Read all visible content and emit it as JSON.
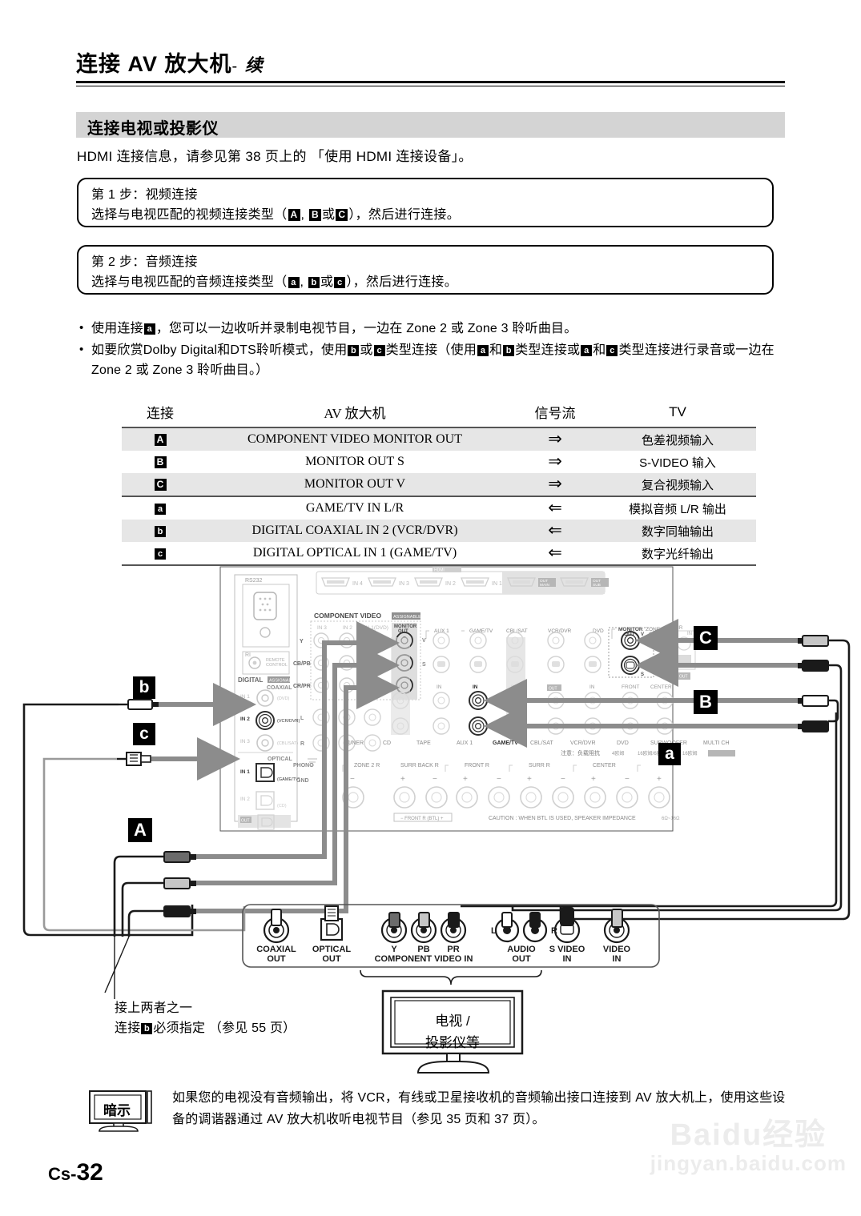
{
  "header": {
    "title": "连接 AV 放大机",
    "dash": "-",
    "continued": "续",
    "section": "连接电视或投影仪",
    "intro": "HDMI 连接信息，请参见第 38 页上的 「使用 HDMI 连接设备」。"
  },
  "steps": [
    {
      "id": "step1",
      "title": "第 1 步：视频连接",
      "body_pre": "选择与电视匹配的视频连接类型（",
      "m1": "A",
      "sep1": ", ",
      "m2": "B",
      "sep2": "或",
      "m3": "C",
      "body_post": "），然后进行连接。"
    },
    {
      "id": "step2",
      "title": "第 2 步：音频连接",
      "body_pre": "选择与电视匹配的音频连接类型（",
      "m1": "a",
      "sep1": ", ",
      "m2": "b",
      "sep2": "或",
      "m3": "c",
      "body_post": "），然后进行连接。"
    }
  ],
  "bullets": [
    {
      "p1": "使用连接",
      "m1": "a",
      "p2": "，您可以一边收听并录制电视节目，一边在 Zone 2 或 Zone 3 聆听曲目。"
    },
    {
      "p1": "如要欣赏Dolby Digital和DTS聆听模式，使用",
      "m1": "b",
      "p2": "或",
      "m2": "c",
      "p3": "类型连接（使用",
      "m3": "a",
      "p4": "和",
      "m4": "b",
      "p5": "类型连接或",
      "m5": "a",
      "p6": "和",
      "m6": "c",
      "p7": "类型连接进行录音或一边在 Zone 2 或 Zone 3 聆听曲目。）"
    }
  ],
  "table": {
    "headers": [
      "连接",
      "AV 放大机",
      "信号流",
      "TV"
    ],
    "rows": [
      {
        "conn": "A",
        "amp": "COMPONENT VIDEO MONITOR OUT",
        "sig": "⇒",
        "tv": "色差视频输入",
        "shade": true
      },
      {
        "conn": "B",
        "amp": "MONITOR OUT S",
        "sig": "⇒",
        "tv": "S-VIDEO 输入",
        "shade": false
      },
      {
        "conn": "C",
        "amp": "MONITOR OUT V",
        "sig": "⇒",
        "tv": "复合视频输入",
        "shade": true
      },
      {
        "conn": "a",
        "amp": "GAME/TV IN L/R",
        "sig": "⇐",
        "tv": "模拟音频 L/R 输出",
        "shade": false
      },
      {
        "conn": "b",
        "amp": "DIGITAL COAXIAL IN 2 (VCR/DVR)",
        "sig": "⇐",
        "tv": "数字同轴输出",
        "shade": true
      },
      {
        "conn": "c",
        "amp": "DIGITAL OPTICAL IN 1 (GAME/TV)",
        "sig": "⇐",
        "tv": "数字光纤输出",
        "shade": false
      }
    ]
  },
  "diagram": {
    "markers": {
      "b": "b",
      "c": "c",
      "A": "A",
      "C": "C",
      "B": "B",
      "a": "a"
    },
    "rear_panel": {
      "rs232": "RS232",
      "ri": "RI",
      "remote_control": "REMOTE\nCONTROL",
      "digital": "DIGITAL",
      "coaxial": "COAXIAL",
      "optical": "OPTICAL",
      "coax_in1": "IN 1",
      "coax_in1_src": "(DVD)",
      "coax_in2": "IN 2",
      "coax_in2_src": "(VCR/DVR)",
      "coax_in3": "IN 3",
      "coax_in3_src": "(CBL/SAT)",
      "opt_in1": "IN 1",
      "opt_in1_src": "(GAME/TV)",
      "opt_in2": "IN 2",
      "opt_in2_src": "(CD)",
      "hdmi_ports": [
        "IN 4",
        "IN 3",
        "IN 2",
        "IN 1",
        "OUT MAIN",
        "OUT SUB"
      ],
      "hdmi_label": "HDMI",
      "component_video": "COMPONENT VIDEO",
      "component_assignable": "ASSIGNABLE",
      "component_ins": [
        "IN 3",
        "IN 2",
        "IN 1(DVD)"
      ],
      "monitor_out": "MONITOR OUT",
      "comp_rows": [
        "Y",
        "CB/PB",
        "CR/PR"
      ],
      "audio_rows": [
        "L",
        "R"
      ],
      "phono": "PHONO",
      "gnd": "GND",
      "video_groups": [
        "AUX 1",
        "GAME/TV",
        "CBL/SAT",
        "VCR/DVR",
        "DVD",
        "MONITOR OUT",
        "ZONE 2 OUT",
        "IR"
      ],
      "video_rows": [
        "V",
        "S"
      ],
      "audio_groups": [
        "TUNER",
        "CD",
        "TAPE",
        "AUX 1",
        "GAME/TV",
        "CBL/SAT",
        "VCR/DVR",
        "DVD",
        "SUBWOOFER",
        "MULTI CH"
      ],
      "in_label": "IN",
      "out_label": "OUT",
      "front": "FRONT",
      "center": "CENTER",
      "surr": "SURR",
      "surr_back": "SURR BACK",
      "speaker_groups": [
        "ZONE 2 R",
        "SURR BACK R",
        "FRONT R",
        "SURR R",
        "CENTER"
      ],
      "plus": "+",
      "minus": "−",
      "front_r_btl": "FRONT R (BTL)",
      "caution": "CAUTION : WHEN BTL IS USED, SPEAKER IMPEDANCE",
      "caution_ohm": "6Ω~16Ω",
      "note_cn": "注意：负载阻抗",
      "note_vals": [
        "4欧姆",
        "16欧姆/6欧姆",
        "16欧姆"
      ]
    },
    "tv_panel": {
      "coaxial_out": "COAXIAL\nOUT",
      "optical_out": "OPTICAL\nOUT",
      "component_y": "Y",
      "component_pb": "PB",
      "component_pr": "PR",
      "component_video_in": "COMPONENT VIDEO IN",
      "audio_l": "L",
      "audio_r": "R",
      "audio_out": "AUDIO\nOUT",
      "s_video_in": "S VIDEO\nIN",
      "video_in": "VIDEO\nIN"
    },
    "tv_box": {
      "line1": "电视 /",
      "line2": "投影仪等"
    }
  },
  "notes": {
    "left_line1": "接上两者之一",
    "left_line2_pre": "连接",
    "left_marker": "b",
    "left_line2_post": "必须指定 （参见 55 页）",
    "tip_label": "暗示",
    "tip_text": "如果您的电视没有音频输出，将 VCR，有线或卫星接收机的音频输出接口连接到 AV 放大机上，使用这些设备的调谐器通过 AV 放大机收听电视节目（参见 35 页和 37 页）。"
  },
  "footer": {
    "page_prefix": "Cs-",
    "page_number": "32"
  },
  "watermark": {
    "line1": "Baidu经验",
    "line2": "jingyan.baidu.com"
  },
  "colors": {
    "section_bar": "#d4d4d4",
    "table_shade": "#e6e6e6",
    "arrow_gray": "#8c8c8c",
    "panel_gray": "#bfbfbf"
  }
}
